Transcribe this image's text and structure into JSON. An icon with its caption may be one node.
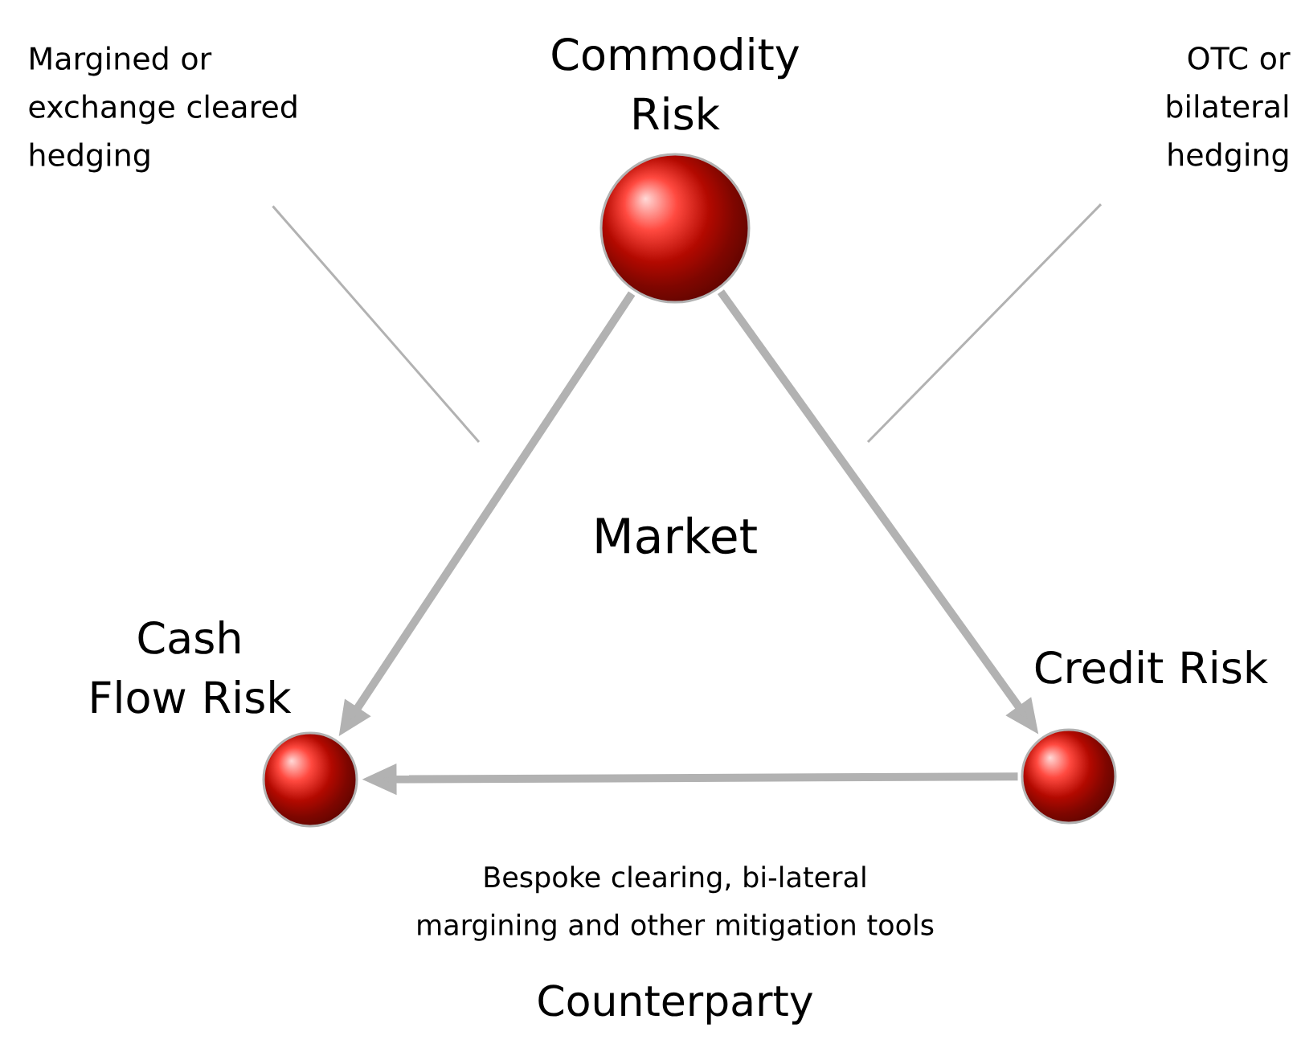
{
  "diagram": {
    "nodes": [
      {
        "text": [
          "Commodity Risk"
        ]
      },
      {
        "text": [
          "Cash Flow Risk"
        ]
      },
      {
        "text": [
          "Credit Risk"
        ]
      },
      {
        "text": [
          "Margined or exchange cleared hedging"
        ]
      },
      {
        "text": [
          "OTC or bilateral hedging"
        ]
      }
    ],
    "edges": [
      {
        "from": 0,
        "to": 1,
        "arrow": "to"
      },
      {
        "from": 0,
        "to": 2,
        "arrow": "to"
      },
      {
        "from": 2,
        "to": 1,
        "arrow": "to"
      },
      {
        "from": 3,
        "to": null,
        "arrow": "none"
      },
      {
        "from": 4,
        "to": null,
        "arrow": "none"
      }
    ],
    "labels": [
      "Market",
      "Bespoke clearing, bi-lateral margining and other mitigation tools",
      "Counterparty"
    ]
  }
}
